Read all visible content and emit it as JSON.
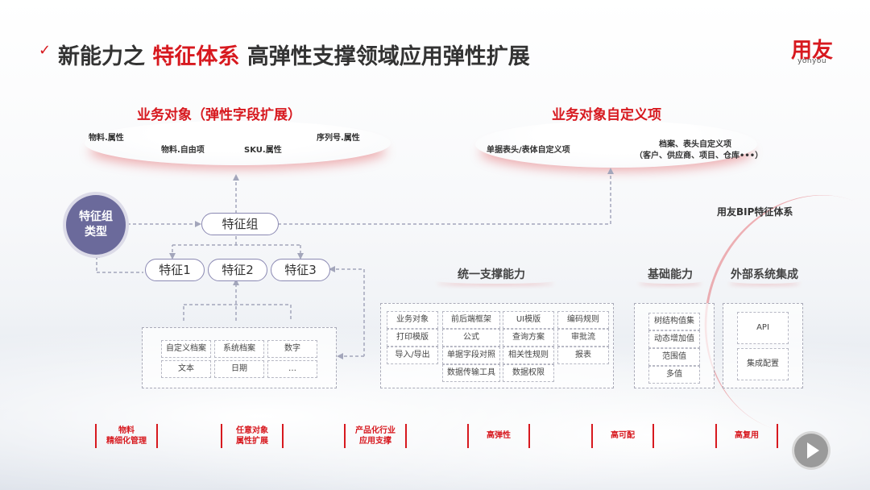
{
  "header": {
    "title_prefix": "新能力之",
    "title_highlight": "特征体系",
    "title_suffix": "高弹性支撑领域应用弹性扩展",
    "logo": "用友",
    "logo_sub": "yonyou"
  },
  "left_section": {
    "title": "业务对象（弹性字段扩展）",
    "labels": [
      "物料.属性",
      "物料.自由项",
      "SKU.属性",
      "序列号.属性"
    ]
  },
  "right_section": {
    "title": "业务对象自定义项",
    "label1": "单据表头/表体自定义项",
    "label2_line1": "档案、表头自定义项",
    "label2_line2": "（客户、供应商、项目、仓库•••）"
  },
  "circle": {
    "line1": "特征组",
    "line2": "类型"
  },
  "group_pill": "特征组",
  "feature_pills": [
    "特征1",
    "特征2",
    "特征3"
  ],
  "bip_label": "用友BIP特征体系",
  "data_types": [
    "自定义档案",
    "系统档案",
    "数字",
    "文本",
    "日期",
    "…"
  ],
  "unified": {
    "title": "统一支撑能力",
    "items": [
      "业务对象",
      "前后端框架",
      "UI模版",
      "编码规则",
      "打印模版",
      "公式",
      "查询方案",
      "审批流",
      "导入/导出",
      "单据字段对照",
      "相关性规则",
      "报表",
      "数据传输工具",
      "数据权限"
    ]
  },
  "basic": {
    "title": "基础能力",
    "items": [
      "树结构值集",
      "动态增加值",
      "范围值",
      "多值"
    ]
  },
  "external": {
    "title": "外部系统集成",
    "items": [
      "API",
      "集成配置"
    ]
  },
  "features": [
    {
      "line1": "物料",
      "line2": "精细化管理"
    },
    {
      "line1": "任意对象",
      "line2": "属性扩展"
    },
    {
      "line1": "产品化行业",
      "line2": "应用支撑"
    },
    {
      "line1": "高弹性",
      "line2": ""
    },
    {
      "line1": "高可配",
      "line2": ""
    },
    {
      "line1": "高复用",
      "line2": ""
    }
  ]
}
